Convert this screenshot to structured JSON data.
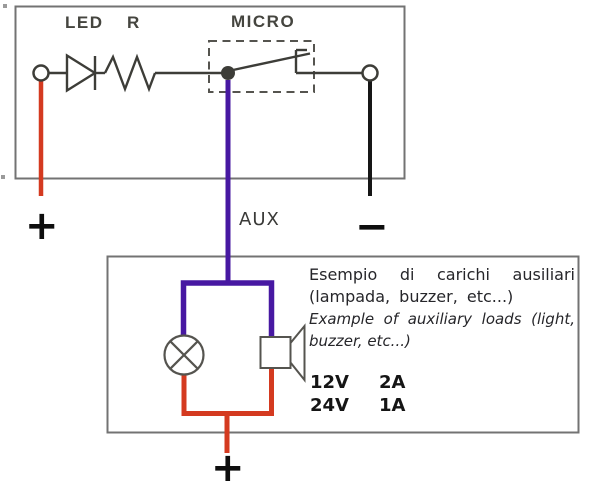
{
  "controller": {
    "led_label": "LED",
    "r_label": "R",
    "micro_label": "MICRO"
  },
  "aux_label": "AUX",
  "terminals": {
    "positive_top": "+",
    "negative_top": "−",
    "positive_bottom": "+"
  },
  "loads_note": {
    "lines": [
      {
        "text": "Esempio di carichi ausiliari"
      },
      {
        "text": "(lampada, buzzer, etc...)"
      },
      {
        "text": "Example of auxiliary loads (light,"
      },
      {
        "text": "buzzer, etc...)"
      }
    ]
  },
  "ratings": [
    {
      "voltage": "12V",
      "current": "2A"
    },
    {
      "voltage": "24V",
      "current": "1A"
    }
  ],
  "colors": {
    "positive_wire": "#d43a20",
    "aux_wire": "#4718a2",
    "negative_wire": "#161616",
    "box_outline": "#737373",
    "symbol_dark": "#3d3d38",
    "symbol_gray": "#55544f"
  }
}
